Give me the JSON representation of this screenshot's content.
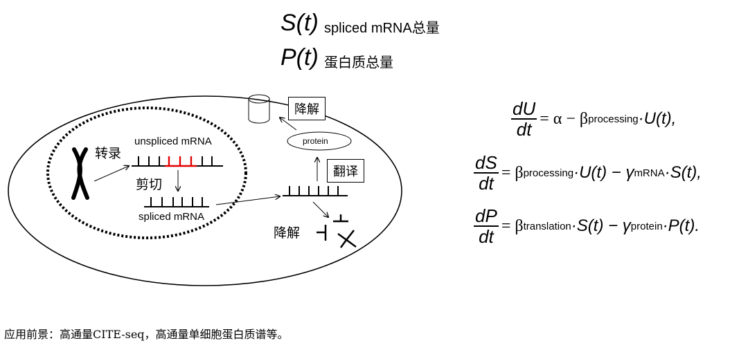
{
  "legend": {
    "s_symbol": "S(t)",
    "s_desc": "spliced mRNA总量",
    "p_symbol": "P(t)",
    "p_desc": "蛋白质总量"
  },
  "diagram": {
    "transcription": "转录",
    "unspliced": "unspliced mRNA",
    "splicing": "剪切",
    "spliced": "spliced mRNA",
    "protein": "protein",
    "translation": "翻译",
    "degradation_protein": "降解",
    "degradation_mrna": "降解"
  },
  "equations": {
    "eq1": {
      "num": "dU",
      "den": "dt",
      "rhs": "= α − β",
      "sub1": "processing",
      "rhs2": "·U(t),"
    },
    "eq2": {
      "num": "dS",
      "den": "dt",
      "rhs": "= β",
      "sub1": "processing",
      "rhs2": "·U(t) − γ",
      "sub2": "mRNA",
      "rhs3": "·S(t),"
    },
    "eq3": {
      "num": "dP",
      "den": "dt",
      "rhs": "= β",
      "sub1": "translation",
      "rhs2": "·S(t) − γ",
      "sub2": "protein",
      "rhs3": "·P(t)."
    }
  },
  "footer": "应用前景：高通量CITE-seq，高通量单细胞蛋白质谱等。",
  "colors": {
    "spliced_region": "#e00000",
    "stroke": "#000000"
  }
}
